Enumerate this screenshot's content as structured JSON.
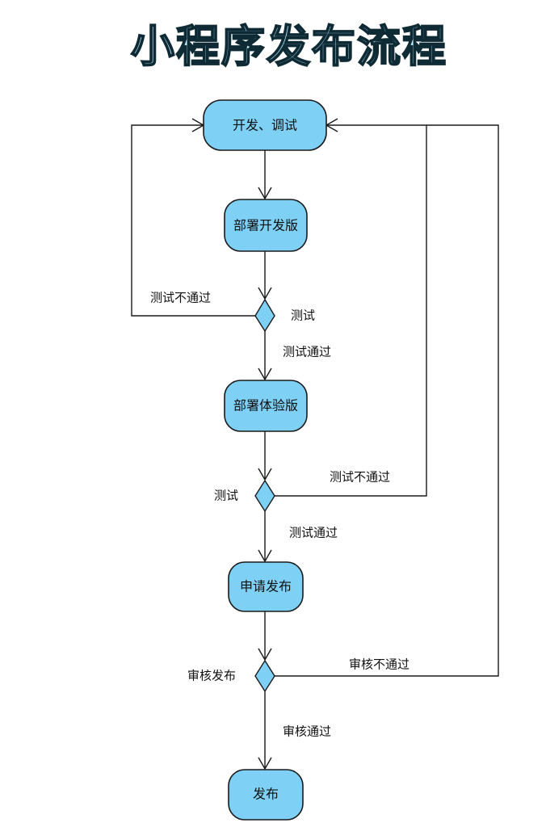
{
  "title": "小程序发布流程",
  "nodes": {
    "dev_debug": "开发、调试",
    "deploy_dev": "部署开发版",
    "deploy_trial": "部署体验版",
    "apply_publish": "申请发布",
    "publish": "发布"
  },
  "decisions": {
    "test1": "测试",
    "test2": "测试",
    "review": "审核发布"
  },
  "edge_labels": {
    "test1_fail": "测试不通过",
    "test1_pass": "测试通过",
    "test2_fail": "测试不通过",
    "test2_pass": "测试通过",
    "review_fail": "审核不通过",
    "review_pass": "审核通过"
  },
  "colors": {
    "node_fill": "#7fd0f5",
    "title_fill": "#bfe9ff",
    "stroke": "#1a1a1a"
  }
}
